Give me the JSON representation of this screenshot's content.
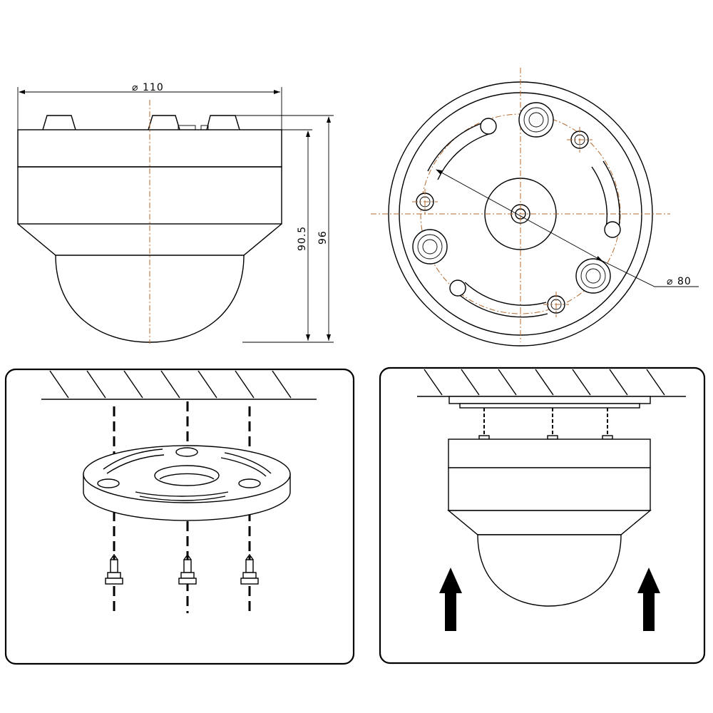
{
  "dimensions": {
    "width_label": "110",
    "total_height_label": "96",
    "body_height_label": "90.5",
    "bolt_circle_label": "80"
  },
  "symbols": {
    "diameter": "⌀"
  }
}
